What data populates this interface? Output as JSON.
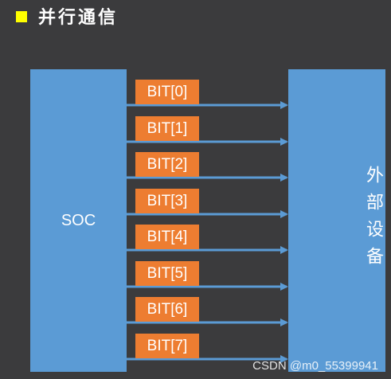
{
  "title": "并行通信",
  "colors": {
    "bullet": "#ffff00",
    "block": "#5b9bd5",
    "label": "#ed7d31",
    "arrow": "#5b9bd5",
    "background": "#3b3b3d"
  },
  "soc": {
    "label": "SOC"
  },
  "device": {
    "label": "外部设备"
  },
  "bits": [
    {
      "label": "BIT[0]"
    },
    {
      "label": "BIT[1]"
    },
    {
      "label": "BIT[2]"
    },
    {
      "label": "BIT[3]"
    },
    {
      "label": "BIT[4]"
    },
    {
      "label": "BIT[5]"
    },
    {
      "label": "BIT[6]"
    },
    {
      "label": "BIT[7]"
    }
  ],
  "watermark": "CSDN @m0_55399941"
}
